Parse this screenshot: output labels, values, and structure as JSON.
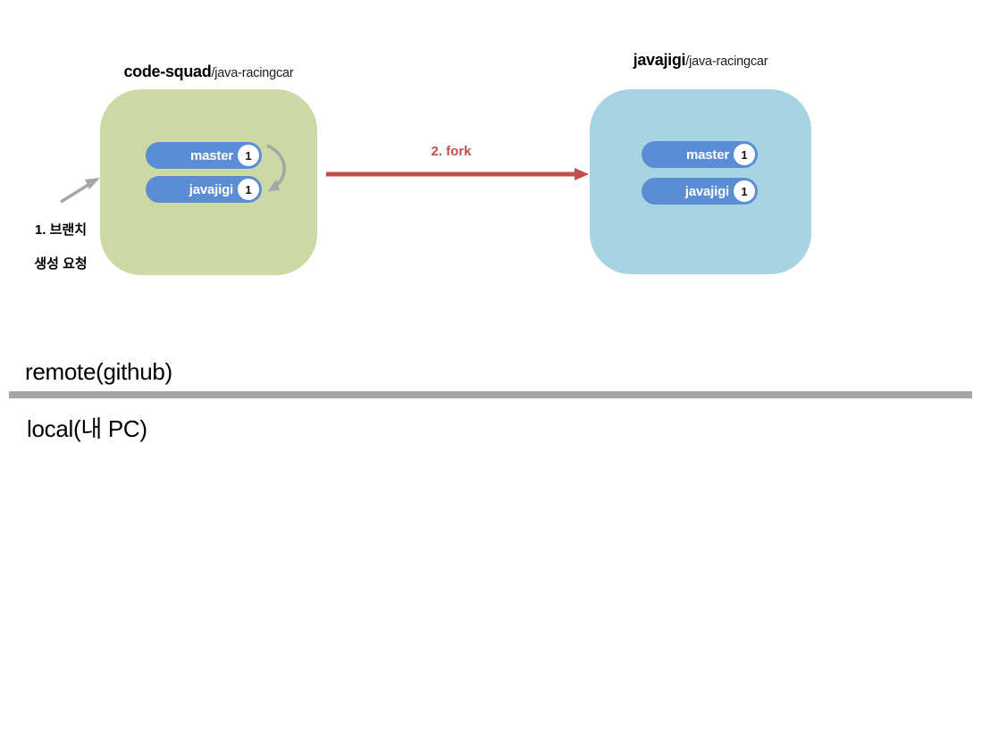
{
  "diagram": {
    "repos": [
      {
        "owner": "code-squad",
        "repo_path": "/java-racingcar",
        "branches": [
          {
            "name": "master",
            "count": "1"
          },
          {
            "name": "javajigi",
            "count": "1"
          }
        ]
      },
      {
        "owner": "javajigi",
        "repo_path": "/java-racingcar",
        "branches": [
          {
            "name": "master",
            "count": "1"
          },
          {
            "name": "javajigi",
            "count": "1"
          }
        ]
      }
    ],
    "arrows": {
      "fork_label": "2. fork",
      "branch_request_line1": "1. 브랜치",
      "branch_request_line2": "생성 요청"
    }
  },
  "sections": {
    "remote_label": "remote(github)",
    "local_label": "local(내 PC)"
  },
  "colors": {
    "green-box": "#ccd9a4",
    "blue-box": "#a6d4e2",
    "pill-blue": "#5b8dd5",
    "accent-red": "#c0504d",
    "arrow-gray": "#a6a6a6",
    "divider-gray": "#a6a6a6"
  }
}
